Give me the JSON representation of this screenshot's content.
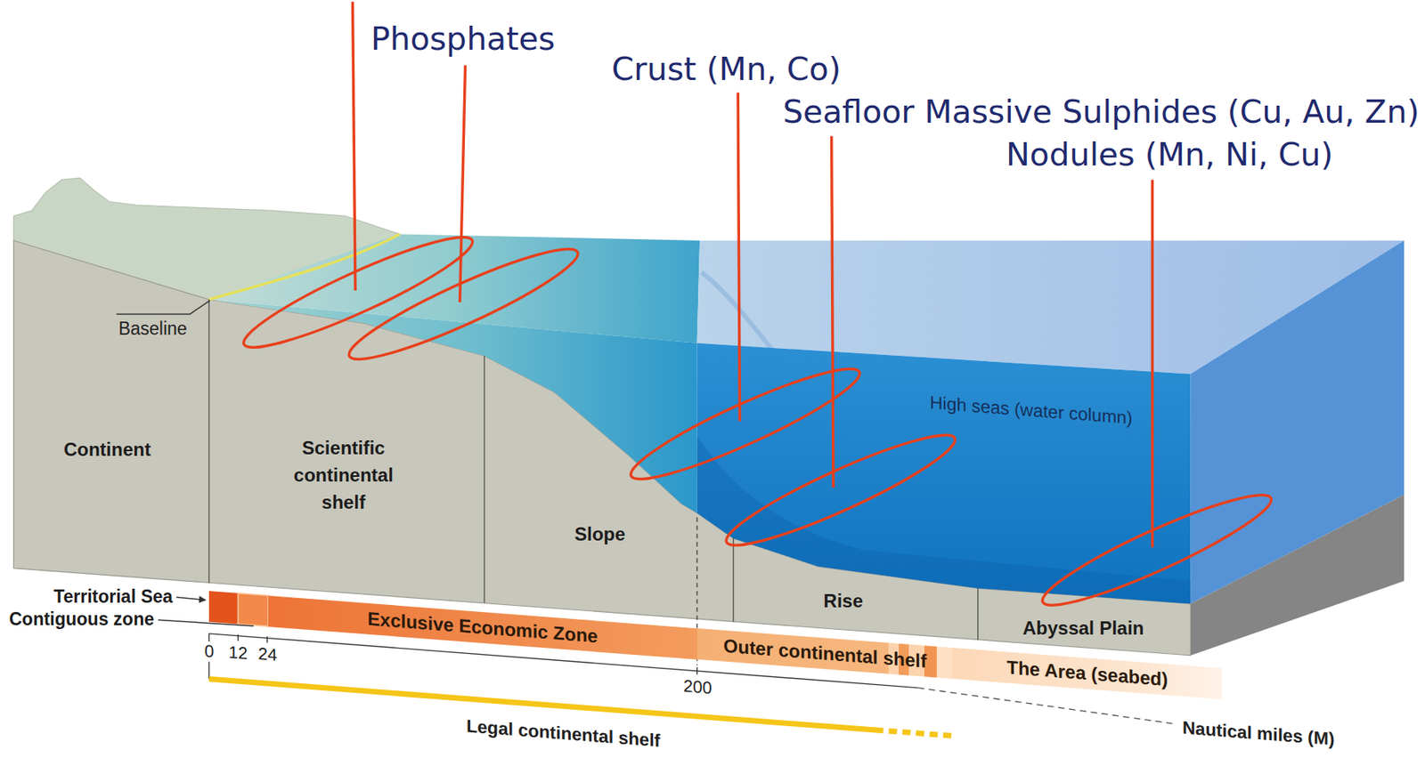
{
  "diagram": {
    "nodes": [
      {
        "text": [
          "Exclusive Economic Zone"
        ]
      },
      {
        "text": [
          "Outer continental shelf"
        ]
      },
      {
        "text": [
          "The Area (seabed)"
        ]
      }
    ],
    "labels": [
      "Phosphates",
      "Crust (Mn, Co)",
      "Seafloor Massive Sulphides (Cu, Au, Zn)",
      "Nodules (Mn, Ni, Cu)",
      "Baseline",
      "Continent",
      "Scientific continental shelf",
      "Slope",
      "High seas (water column)",
      "Rise",
      "Abyssal Plain",
      "Territorial Sea",
      "Contiguous zone",
      "0",
      "12",
      "24",
      "200",
      "Legal continental shelf",
      "Nautical miles (M)"
    ]
  }
}
